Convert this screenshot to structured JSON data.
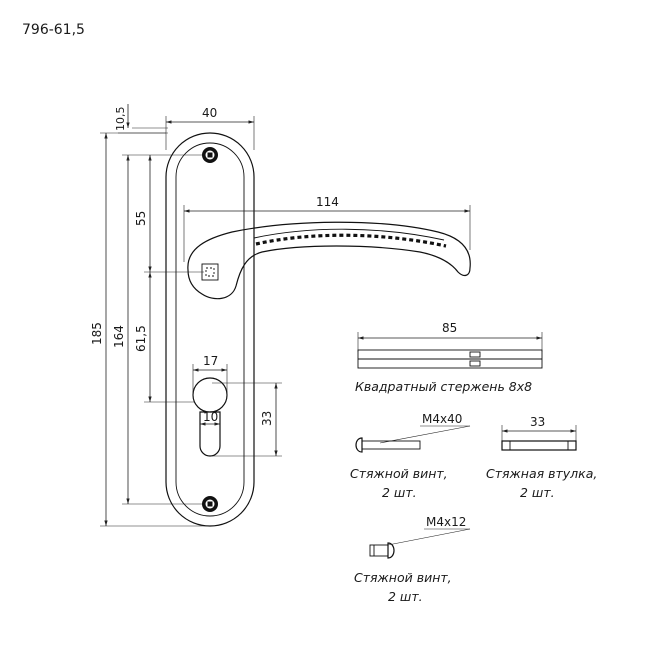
{
  "drawing": {
    "model": "796-61,5",
    "dimensions": {
      "top_offset": "10,5",
      "plate_width": "40",
      "total_height": "185",
      "screw_span": "164",
      "handle_to_top_screw": "55",
      "handle_to_cylinder": "61,5",
      "lever_length": "114",
      "cylinder_width": "17",
      "cylinder_inner": "10",
      "cylinder_height": "33"
    },
    "spindle": {
      "length": "85",
      "caption": "Квадратный стержень 8х8"
    },
    "screw_long": {
      "size": "М4х40",
      "caption_line1": "Стяжной винт,",
      "caption_line2": "2 шт."
    },
    "sleeve": {
      "length": "33",
      "caption_line1": "Стяжная втулка,",
      "caption_line2": "2 шт."
    },
    "screw_short": {
      "size": "М4х12",
      "caption_line1": "Стяжной винт,",
      "caption_line2": "2 шт."
    }
  }
}
